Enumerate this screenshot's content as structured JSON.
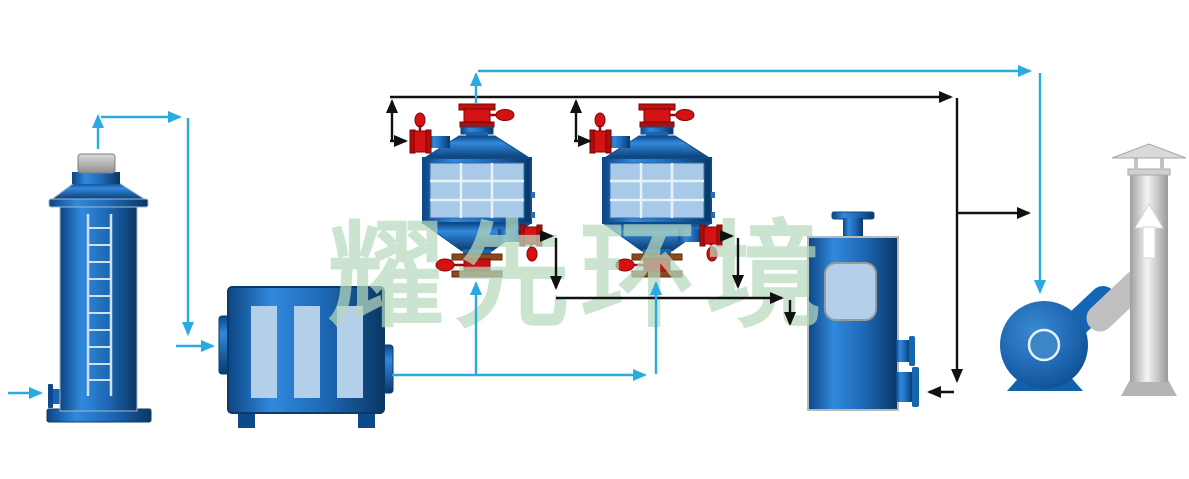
{
  "watermark": {
    "text": "耀先环境",
    "color": "#b7dabe",
    "opacity": "0.72"
  },
  "palette": {
    "equipment_blue_dark": "#0c3e74",
    "equipment_blue": "#1565b0",
    "equipment_blue_bright": "#2f86d8",
    "panel_light_blue": "#b3cfe9",
    "valve_red": "#d31212",
    "valve_red_dark": "#7a0404",
    "flange_brown": "#8a4a1c",
    "duct_gray": "#bfbfbf",
    "stack_gray_light": "#ececec",
    "flow_line_black": "#111111",
    "flow_line_cyan": "#29aae1",
    "watermark_green": "#b7dabe"
  },
  "components": [
    "scrubber-tower",
    "carbon-filter-box",
    "pulse-filter-unit-1",
    "pulse-filter-unit-2",
    "water-tank",
    "centrifugal-fan",
    "connecting-duct",
    "exhaust-stack",
    "black-flow-arrows",
    "cyan-flow-arrows"
  ]
}
